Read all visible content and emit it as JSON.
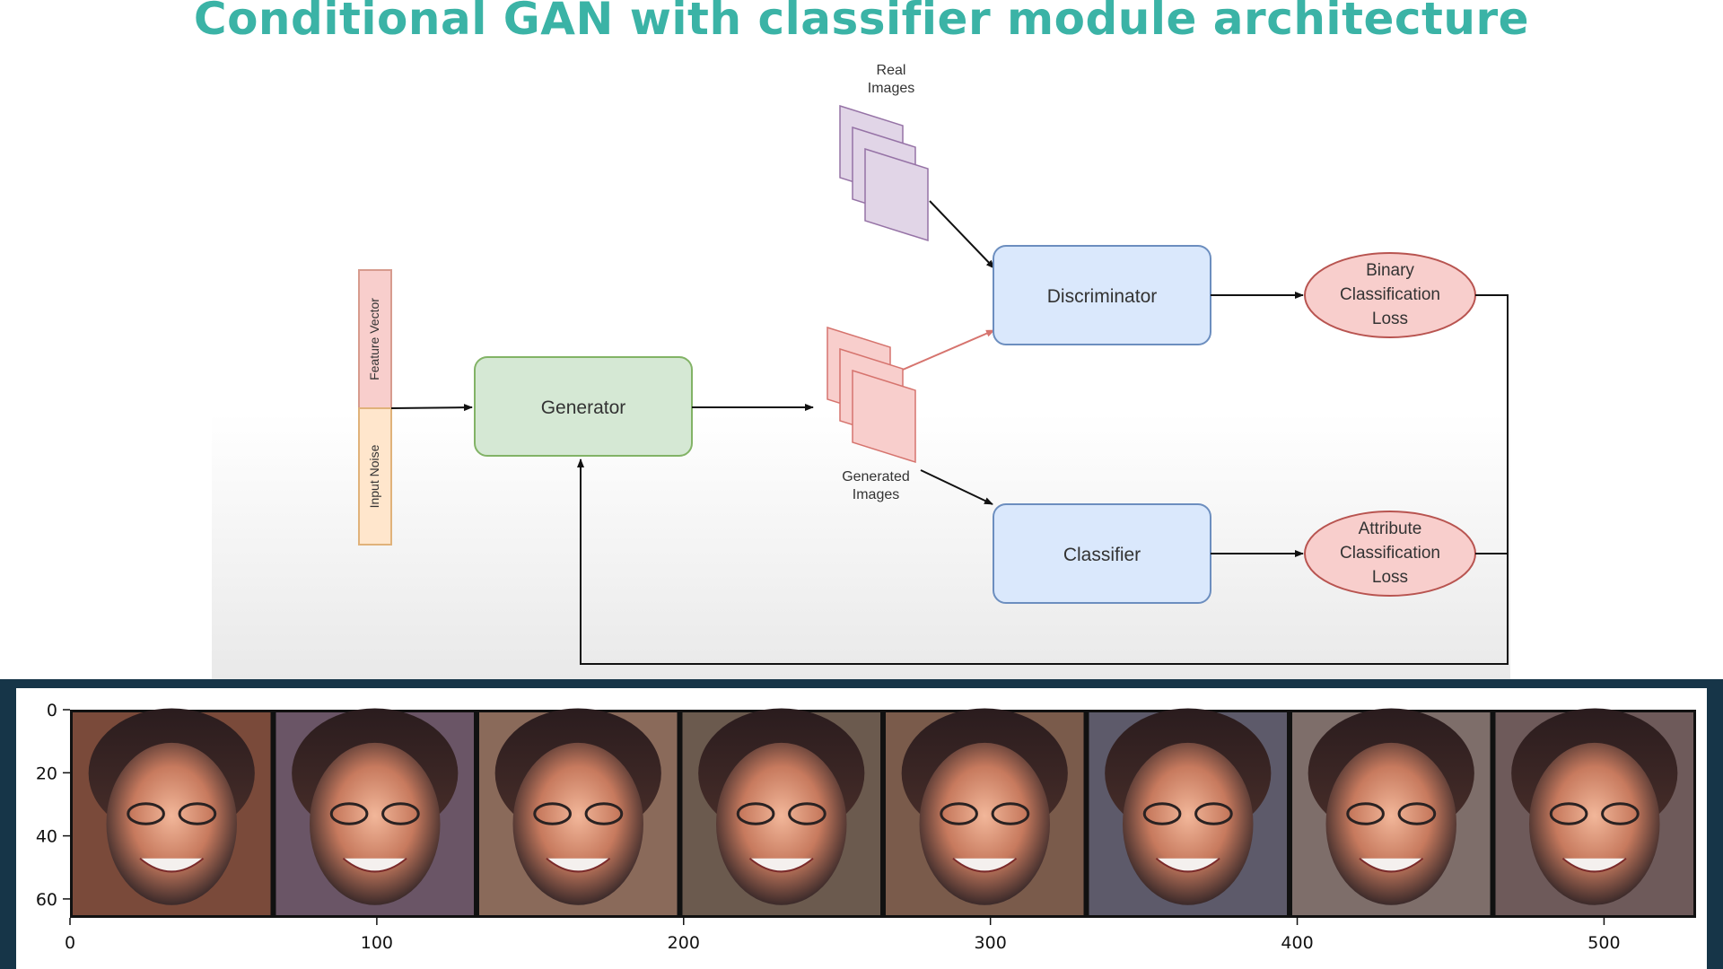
{
  "title": "Conditional GAN with classifier module architecture",
  "diagram": {
    "feature_vector": "Feature Vector",
    "input_noise": "Input Noise",
    "generator": "Generator",
    "real_images": [
      "Real",
      "Images"
    ],
    "generated_images": [
      "Generated",
      "Images"
    ],
    "discriminator": "Discriminator",
    "classifier": "Classifier",
    "binary_loss": [
      "Binary",
      "Classification",
      "Loss"
    ],
    "attribute_loss": [
      "Attribute",
      "Classification",
      "Loss"
    ],
    "colors": {
      "generator_fill": "#d5e8d4",
      "generator_stroke": "#82b366",
      "blue_fill": "#dae8fc",
      "blue_stroke": "#6c8ebf",
      "loss_fill": "#f8cecc",
      "loss_stroke": "#b85450",
      "purple_fill": "#e1d5e7",
      "purple_stroke": "#9673a6",
      "feature_fill": "#f8cecc",
      "noise_fill": "#ffe6cc",
      "red_arrow": "#d6746e"
    }
  },
  "image_grid": {
    "x_ticks": [
      "0",
      "100",
      "200",
      "300",
      "400",
      "500"
    ],
    "y_ticks": [
      "0",
      "20",
      "40",
      "60"
    ],
    "x_range": [
      0,
      530
    ],
    "y_range": [
      0,
      66
    ],
    "num_faces": 8,
    "face_tones": [
      "#7a4a3a",
      "#6a5566",
      "#8a6a5a",
      "#6b5a4e",
      "#7a5b4b",
      "#5d5a6a",
      "#7e6e6a",
      "#6e5a5a"
    ]
  }
}
